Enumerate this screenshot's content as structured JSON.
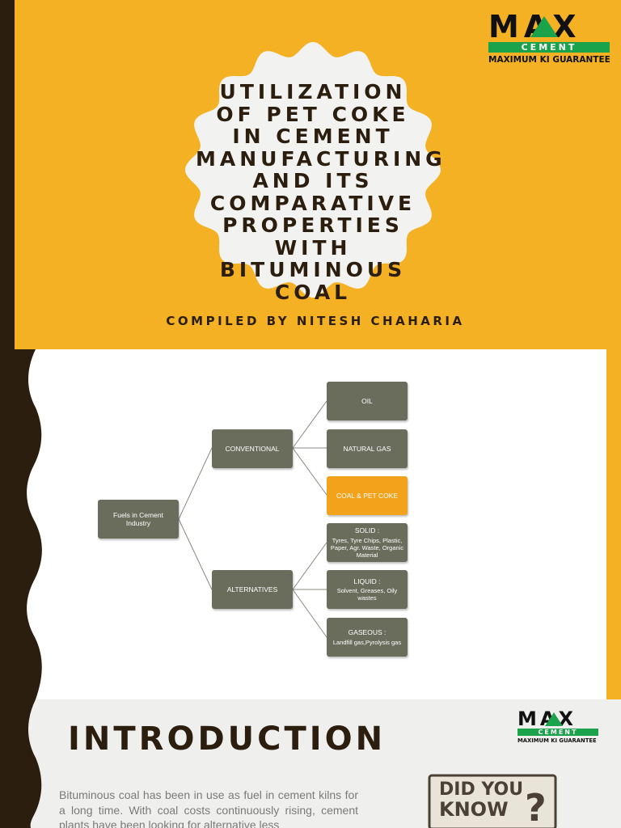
{
  "colors": {
    "accent": "#f3b123",
    "dark": "#2b1e0e",
    "node": "#6b6d5c",
    "highlight": "#f3a21c",
    "logo_green": "#1aa34a"
  },
  "logo": {
    "wordmark": "MAX",
    "band": "CEMENT",
    "tagline": "MAXIMUM KI GUARANTEE"
  },
  "slide1": {
    "title": "UTILIZATION OF PET COKE IN CEMENT MANUFACTURING AND ITS COMPARATIVE PROPERTIES WITH BITUMINOUS COAL",
    "subtitle": "COMPILED BY NITESH CHAHARIA"
  },
  "slide2": {
    "root": "Fuels in Cement Industry",
    "conventional": {
      "label": "CONVENTIONAL",
      "children": [
        "OIL",
        "NATURAL GAS",
        "COAL & PET COKE"
      ]
    },
    "alternatives": {
      "label": "ALTERNATIVES",
      "children": [
        {
          "title": "SOLID :",
          "detail": "Tyres, Tyre Chips, Plastic, Paper, Agr. Waste, Organic Material"
        },
        {
          "title": "LIQUID :",
          "detail": "Solvent, Greases, Oily wastes"
        },
        {
          "title": "GASEOUS :",
          "detail": "Landfill gas,Pyrolysis gas"
        }
      ]
    }
  },
  "slide3": {
    "title": "INTRODUCTION",
    "body": "Bituminous coal has been in use as fuel in cement kilns for a long time. With coal costs continuously rising, cement plants have been looking for alternative less",
    "badge_line1": "DID YOU",
    "badge_line2": "KNOW",
    "badge_mark": "?"
  }
}
